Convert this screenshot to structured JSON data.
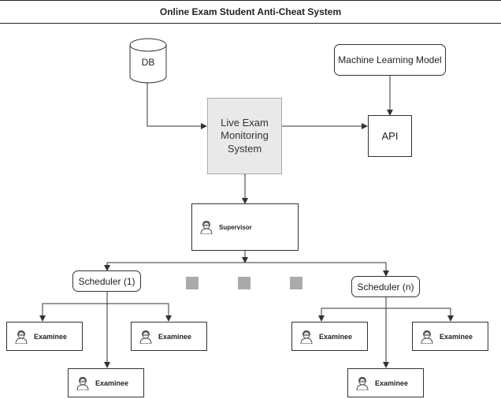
{
  "title": "Online Exam Student Anti-Cheat System",
  "nodes": {
    "db": "DB",
    "ml_model": "Machine Learning Model",
    "monitor": [
      "Live Exam",
      "Monitoring",
      "System"
    ],
    "api": "API",
    "supervisor": "Supervisor",
    "scheduler_1": "Scheduler (1)",
    "scheduler_n": "Scheduler (n)",
    "examinee": "Examinee"
  },
  "colors": {
    "central_fill": "#e9e9e9",
    "ellipsis_squares": "#aaaaaa",
    "line": "#333333"
  },
  "icons": {
    "person": "person-avatar-icon",
    "database": "database-cylinder-icon"
  }
}
